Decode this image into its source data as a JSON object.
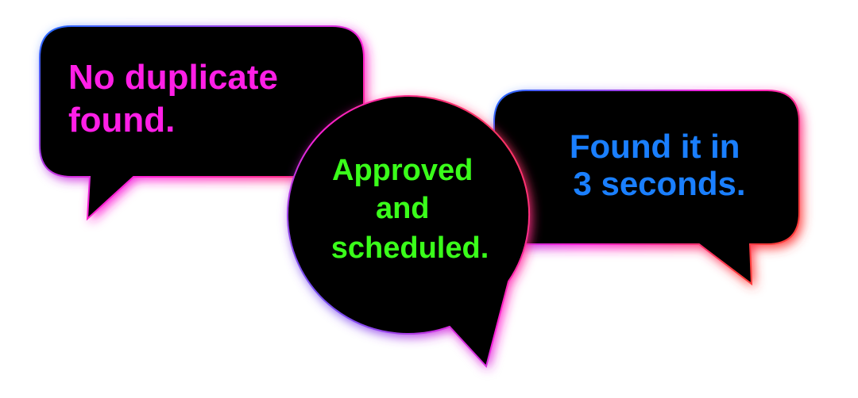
{
  "bubbles": [
    {
      "id": "left",
      "lines": [
        "No duplicate",
        "found."
      ],
      "text_color": "#ff1fe6"
    },
    {
      "id": "center",
      "lines": [
        "Approved",
        "and",
        "scheduled."
      ],
      "text_color": "#3aff1a"
    },
    {
      "id": "right",
      "lines": [
        "Found it in",
        "3 seconds."
      ],
      "text_color": "#1a7fff"
    }
  ],
  "colors": {
    "bubble_fill": "#000000",
    "glow_blue": "#1e6bff",
    "glow_magenta": "#ff1fd6",
    "glow_red": "#ff3b3b"
  }
}
